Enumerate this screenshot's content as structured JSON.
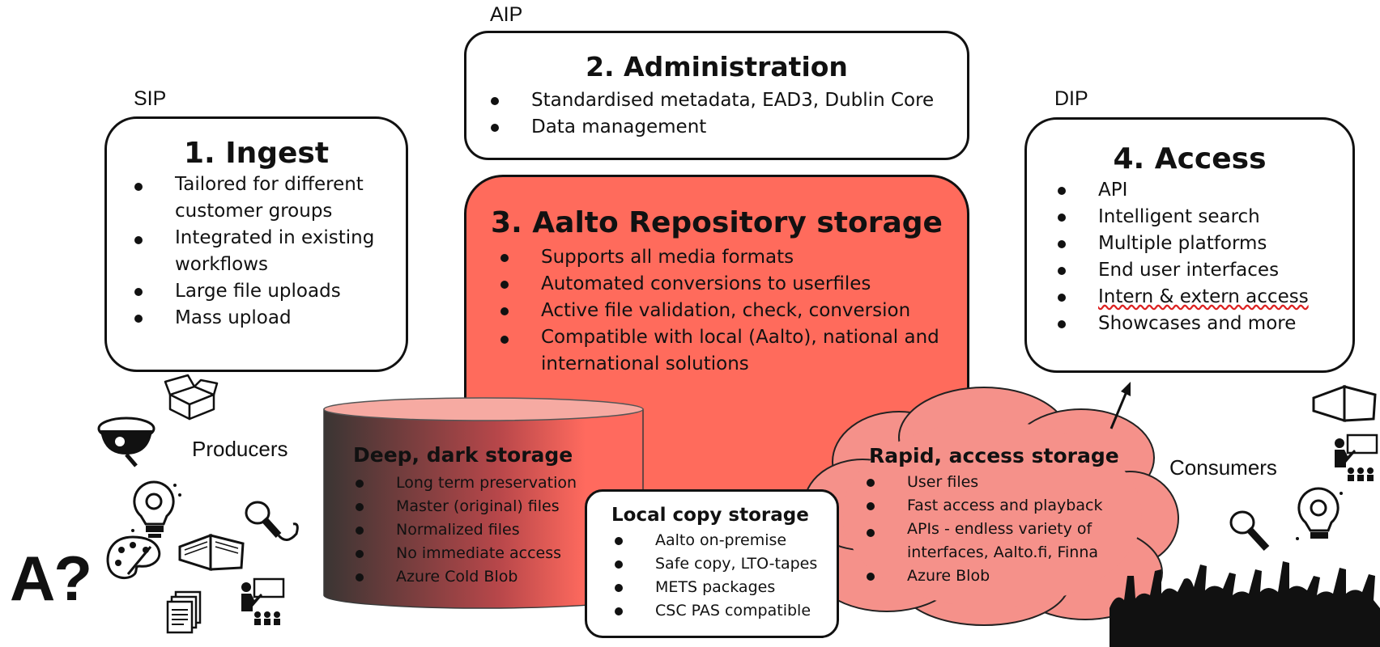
{
  "aip_tag": "AIP",
  "sip_tag": "SIP",
  "dip_tag": "DIP",
  "administration": {
    "title": "2. Administration",
    "items": [
      "Standardised metadata, EAD3, Dublin Core",
      "Data management"
    ]
  },
  "ingest": {
    "title": "1. Ingest",
    "items": [
      "Tailored for different customer groups",
      "Integrated in existing workflows",
      "Large file uploads",
      "Mass upload"
    ]
  },
  "access": {
    "title": "4. Access",
    "items": [
      "API",
      "Intelligent search",
      "Multiple platforms",
      "End user interfaces",
      "Intern & extern access",
      "Showcases and more"
    ]
  },
  "repository": {
    "title": "3. Aalto Repository storage",
    "items": [
      "Supports all media formats",
      "Automated conversions to userfiles",
      "Active file validation, check, conversion",
      "Compatible with local (Aalto), national and international solutions"
    ]
  },
  "deep_storage": {
    "title": "Deep, dark storage",
    "items": [
      "Long term preservation",
      "Master (original)  files",
      "Normalized files",
      "No immediate access",
      "Azure Cold Blob"
    ]
  },
  "local_copy": {
    "title": "Local copy storage",
    "items": [
      "Aalto on-premise",
      "Safe copy, LTO-tapes",
      "METS packages",
      "CSC PAS compatible"
    ]
  },
  "rapid_storage": {
    "title": "Rapid, access storage",
    "items": [
      "User files",
      "Fast access and playback",
      "APIs - endless variety of interfaces, Aalto.fi, Finna",
      "Azure Blob"
    ]
  },
  "producers_label": "Producers",
  "consumers_label": "Consumers",
  "logo_text": "A?",
  "colors": {
    "repository_fill": "#ff6b5c",
    "cloud_fill": "#f5918a",
    "cylinder_dark": "#3a3533",
    "cylinder_red": "#ff6a5e"
  },
  "icons": [
    "box-icon",
    "webcam-icon",
    "lightbulb-icon",
    "microphone-icon",
    "book-icon",
    "palette-icon",
    "documents-icon",
    "presenter-icon",
    "crowd-silhouette"
  ]
}
